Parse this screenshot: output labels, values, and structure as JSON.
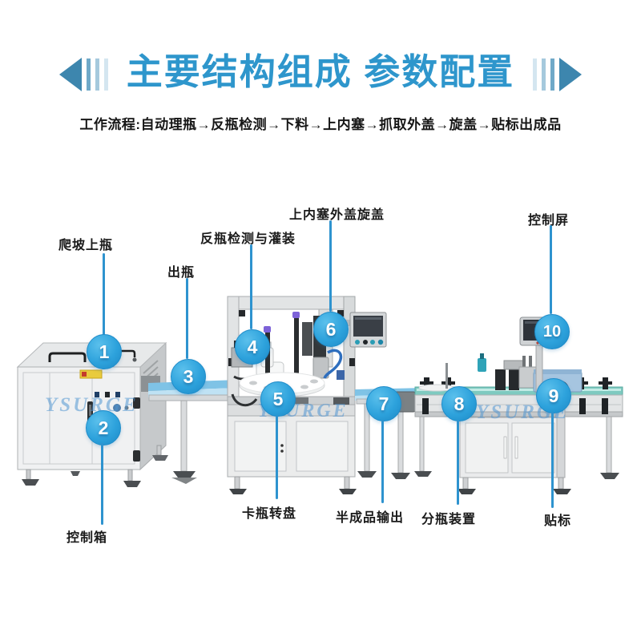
{
  "header": {
    "title": "主要结构组成 参数配置",
    "workflow_text": "工作流程:自动理瓶→反瓶检测→下料→上内塞→抓取外盖→旋盖→贴标出成品"
  },
  "brand_watermark": "YSURGE",
  "colors": {
    "accent_blue": "#2E96CC",
    "callout_circle": "#2DA2DC",
    "leader_line": "#2E93CF",
    "conveyor_belt_blue": "#7FC3E6",
    "conveyor_belt_teal": "#7ECAC0",
    "machine_body": "#F0F1F2"
  },
  "callouts": [
    {
      "num": "1",
      "label": "爬坡上瓶"
    },
    {
      "num": "2",
      "label": "控制箱"
    },
    {
      "num": "3",
      "label": "出瓶"
    },
    {
      "num": "4",
      "label": "反瓶检测与灌装"
    },
    {
      "num": "5",
      "label": "卡瓶转盘"
    },
    {
      "num": "6",
      "label": "上内塞外盖旋盖"
    },
    {
      "num": "7",
      "label": "半成品输出"
    },
    {
      "num": "8",
      "label": "分瓶装置"
    },
    {
      "num": "9",
      "label": "贴标"
    },
    {
      "num": "10",
      "label": "控制屏"
    }
  ]
}
